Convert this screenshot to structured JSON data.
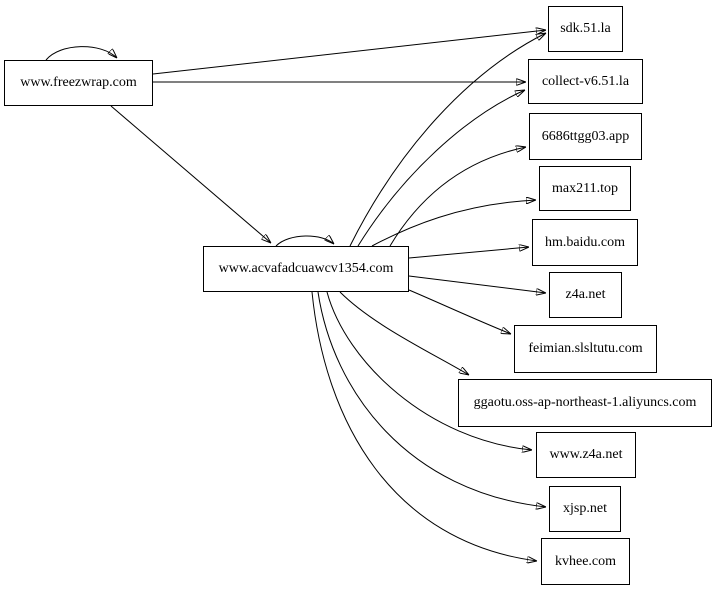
{
  "diagram": {
    "type": "directed-graph",
    "background_color": "#ffffff",
    "node_fill_color": "#ffffff",
    "node_border_color": "#000000",
    "edge_color": "#000000",
    "nodes": [
      {
        "id": "www.freezwrap.com",
        "label": "www.freezwrap.com"
      },
      {
        "id": "www.acvafadcuawcv1354.com",
        "label": "www.acvafadcuawcv1354.com"
      },
      {
        "id": "sdk.51.la",
        "label": "sdk.51.la"
      },
      {
        "id": "collect-v6.51.la",
        "label": "collect-v6.51.la"
      },
      {
        "id": "6686ttgg03.app",
        "label": "6686ttgg03.app"
      },
      {
        "id": "max211.top",
        "label": "max211.top"
      },
      {
        "id": "hm.baidu.com",
        "label": "hm.baidu.com"
      },
      {
        "id": "z4a.net",
        "label": "z4a.net"
      },
      {
        "id": "feimian.slsltutu.com",
        "label": "feimian.slsltutu.com"
      },
      {
        "id": "ggaotu.oss-ap-northeast-1.aliyuncs.com",
        "label": "ggaotu.oss-ap-northeast-1.aliyuncs.com"
      },
      {
        "id": "www.z4a.net",
        "label": "www.z4a.net"
      },
      {
        "id": "xjsp.net",
        "label": "xjsp.net"
      },
      {
        "id": "kvhee.com",
        "label": "kvhee.com"
      }
    ],
    "edges": [
      {
        "from": "www.freezwrap.com",
        "to": "www.freezwrap.com"
      },
      {
        "from": "www.freezwrap.com",
        "to": "sdk.51.la"
      },
      {
        "from": "www.freezwrap.com",
        "to": "collect-v6.51.la"
      },
      {
        "from": "www.freezwrap.com",
        "to": "www.acvafadcuawcv1354.com"
      },
      {
        "from": "www.acvafadcuawcv1354.com",
        "to": "www.acvafadcuawcv1354.com"
      },
      {
        "from": "www.acvafadcuawcv1354.com",
        "to": "sdk.51.la"
      },
      {
        "from": "www.acvafadcuawcv1354.com",
        "to": "collect-v6.51.la"
      },
      {
        "from": "www.acvafadcuawcv1354.com",
        "to": "6686ttgg03.app"
      },
      {
        "from": "www.acvafadcuawcv1354.com",
        "to": "max211.top"
      },
      {
        "from": "www.acvafadcuawcv1354.com",
        "to": "hm.baidu.com"
      },
      {
        "from": "www.acvafadcuawcv1354.com",
        "to": "z4a.net"
      },
      {
        "from": "www.acvafadcuawcv1354.com",
        "to": "feimian.slsltutu.com"
      },
      {
        "from": "www.acvafadcuawcv1354.com",
        "to": "ggaotu.oss-ap-northeast-1.aliyuncs.com"
      },
      {
        "from": "www.acvafadcuawcv1354.com",
        "to": "www.z4a.net"
      },
      {
        "from": "www.acvafadcuawcv1354.com",
        "to": "xjsp.net"
      },
      {
        "from": "www.acvafadcuawcv1354.com",
        "to": "kvhee.com"
      }
    ]
  }
}
